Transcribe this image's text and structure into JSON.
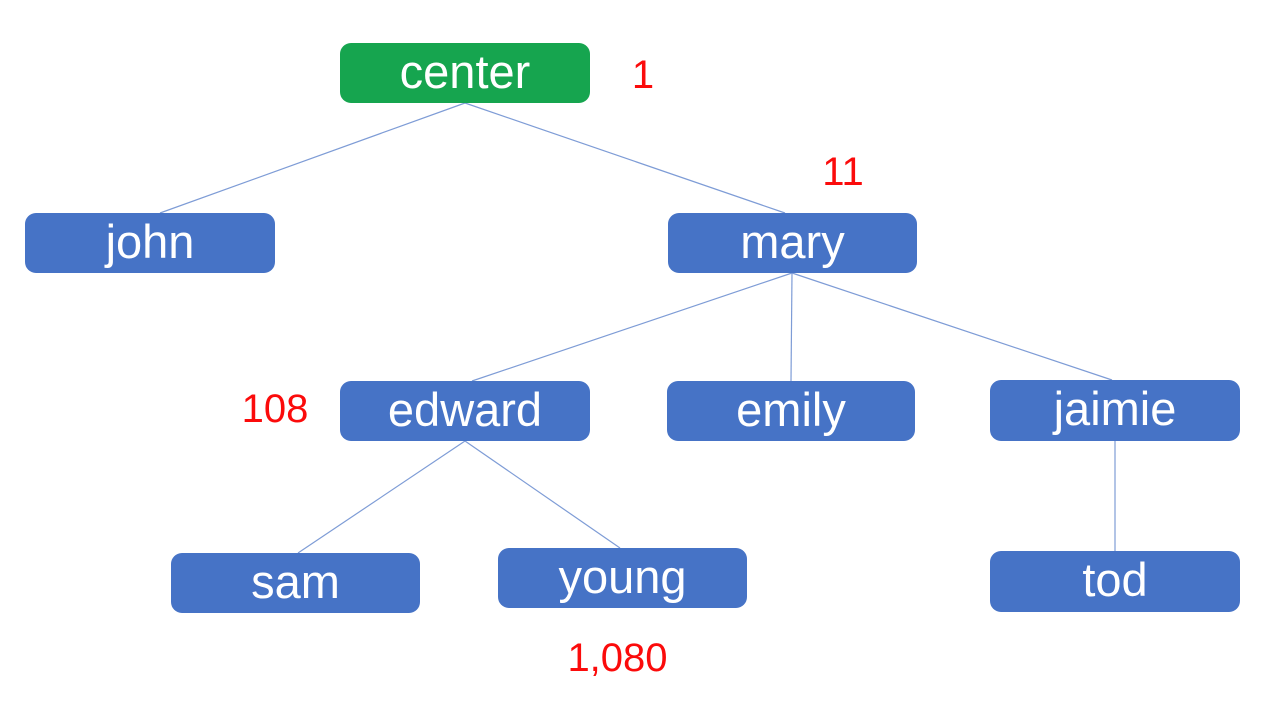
{
  "colors": {
    "root_fill": "#16a54f",
    "node_fill": "#4673c6",
    "node_text": "#ffffff",
    "connector": "#7e9cd6",
    "annotation": "#fb0b0b",
    "background": "#ffffff"
  },
  "tree": {
    "nodes": [
      {
        "id": "center",
        "label": "center",
        "level": 0,
        "parent": null
      },
      {
        "id": "john",
        "label": "john",
        "level": 1,
        "parent": "center"
      },
      {
        "id": "mary",
        "label": "mary",
        "level": 1,
        "parent": "center"
      },
      {
        "id": "edward",
        "label": "edward",
        "level": 2,
        "parent": "mary"
      },
      {
        "id": "emily",
        "label": "emily",
        "level": 2,
        "parent": "mary"
      },
      {
        "id": "jaimie",
        "label": "jaimie",
        "level": 2,
        "parent": "mary"
      },
      {
        "id": "sam",
        "label": "sam",
        "level": 3,
        "parent": "edward"
      },
      {
        "id": "young",
        "label": "young",
        "level": 3,
        "parent": "edward"
      },
      {
        "id": "tod",
        "label": "tod",
        "level": 3,
        "parent": "jaimie"
      }
    ],
    "edges": [
      [
        "center",
        "john"
      ],
      [
        "center",
        "mary"
      ],
      [
        "mary",
        "edward"
      ],
      [
        "mary",
        "emily"
      ],
      [
        "mary",
        "jaimie"
      ],
      [
        "edward",
        "sam"
      ],
      [
        "edward",
        "young"
      ],
      [
        "jaimie",
        "tod"
      ]
    ],
    "annotations": [
      {
        "text": "1",
        "near": "center",
        "placement": "right"
      },
      {
        "text": "11",
        "near": "mary",
        "placement": "above-right"
      },
      {
        "text": "108",
        "near": "edward",
        "placement": "left"
      },
      {
        "text": "1,080",
        "near": "young",
        "placement": "below"
      }
    ]
  }
}
